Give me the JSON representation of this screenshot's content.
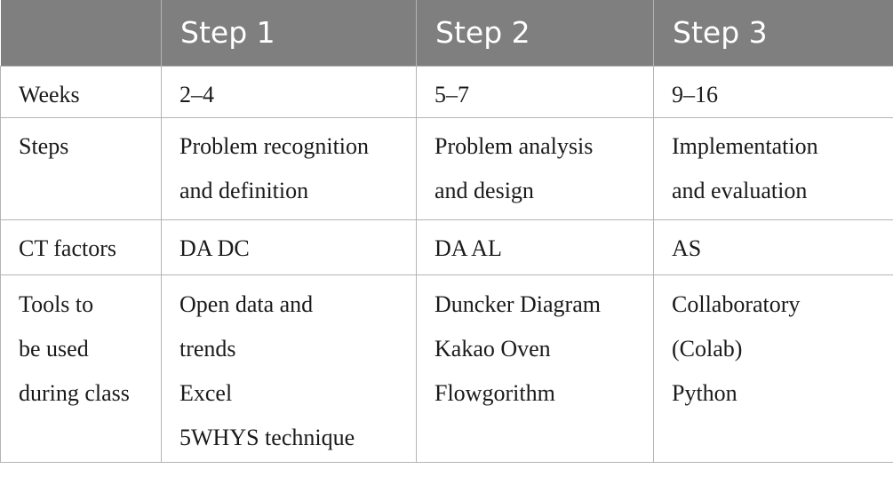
{
  "header": {
    "corner": "",
    "columns": [
      "Step 1",
      "Step 2",
      "Step 3"
    ]
  },
  "rows": [
    {
      "label": [
        "Weeks"
      ],
      "cells": [
        [
          "2–4"
        ],
        [
          "5–7"
        ],
        [
          "9–16"
        ]
      ]
    },
    {
      "label": [
        "Steps"
      ],
      "cells": [
        [
          "Problem recognition",
          "and definition"
        ],
        [
          "Problem analysis",
          "and design"
        ],
        [
          "Implementation",
          "and evaluation"
        ]
      ]
    },
    {
      "label": [
        "CT factors"
      ],
      "cells": [
        [
          "DA DC"
        ],
        [
          "DA AL"
        ],
        [
          "AS"
        ]
      ]
    },
    {
      "label": [
        "Tools to",
        "be used",
        "during class"
      ],
      "cells": [
        [
          "Open data and",
          "trends",
          "Excel",
          "5WHYS technique"
        ],
        [
          "Duncker Diagram",
          "Kakao Oven",
          "Flowgorithm"
        ],
        [
          "Collaboratory",
          "(Colab)",
          "Python"
        ]
      ]
    }
  ],
  "colors": {
    "header_bg": "#7f7f7f",
    "header_text": "#ffffff",
    "grid": "#b4b4b4",
    "body_text": "#1a1a1a"
  }
}
